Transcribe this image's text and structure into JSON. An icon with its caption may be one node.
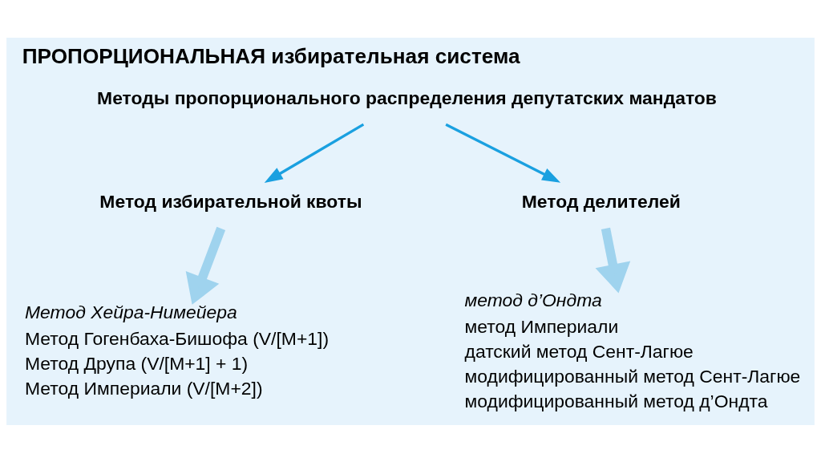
{
  "diagram": {
    "title": "ПРОПОРЦИОНАЛЬНАЯ избирательная система",
    "nodes": [
      {
        "text": [
          "Методы пропорционального распределения депутатских мандатов"
        ]
      },
      {
        "text": [
          "Метод избирательной квоты"
        ]
      },
      {
        "text": [
          "Метод делителей"
        ]
      },
      {
        "text": [
          "Метод Хейра-Нимейера",
          "Метод Гогенбаха-Бишофа (V/[M+1])",
          "Метод Друпа (V/[M+1] + 1)",
          "Метод Империали (V/[M+2])"
        ]
      },
      {
        "text": [
          "метод д’Ондта",
          "метод Империали",
          "датский метод Сент-Лагюе",
          "модифицированный метод Сент-Лагюе",
          "модифицированный метод д’Ондта"
        ]
      }
    ],
    "edges": [
      {
        "from": 0,
        "to": 1,
        "arrow": "to"
      },
      {
        "from": 0,
        "to": 2,
        "arrow": "to"
      },
      {
        "from": 1,
        "to": 3,
        "arrow": "to",
        "style": "thick",
        "color": "#9fd3ee"
      },
      {
        "from": 2,
        "to": 4,
        "arrow": "to",
        "style": "thick",
        "color": "#9fd3ee"
      }
    ]
  }
}
